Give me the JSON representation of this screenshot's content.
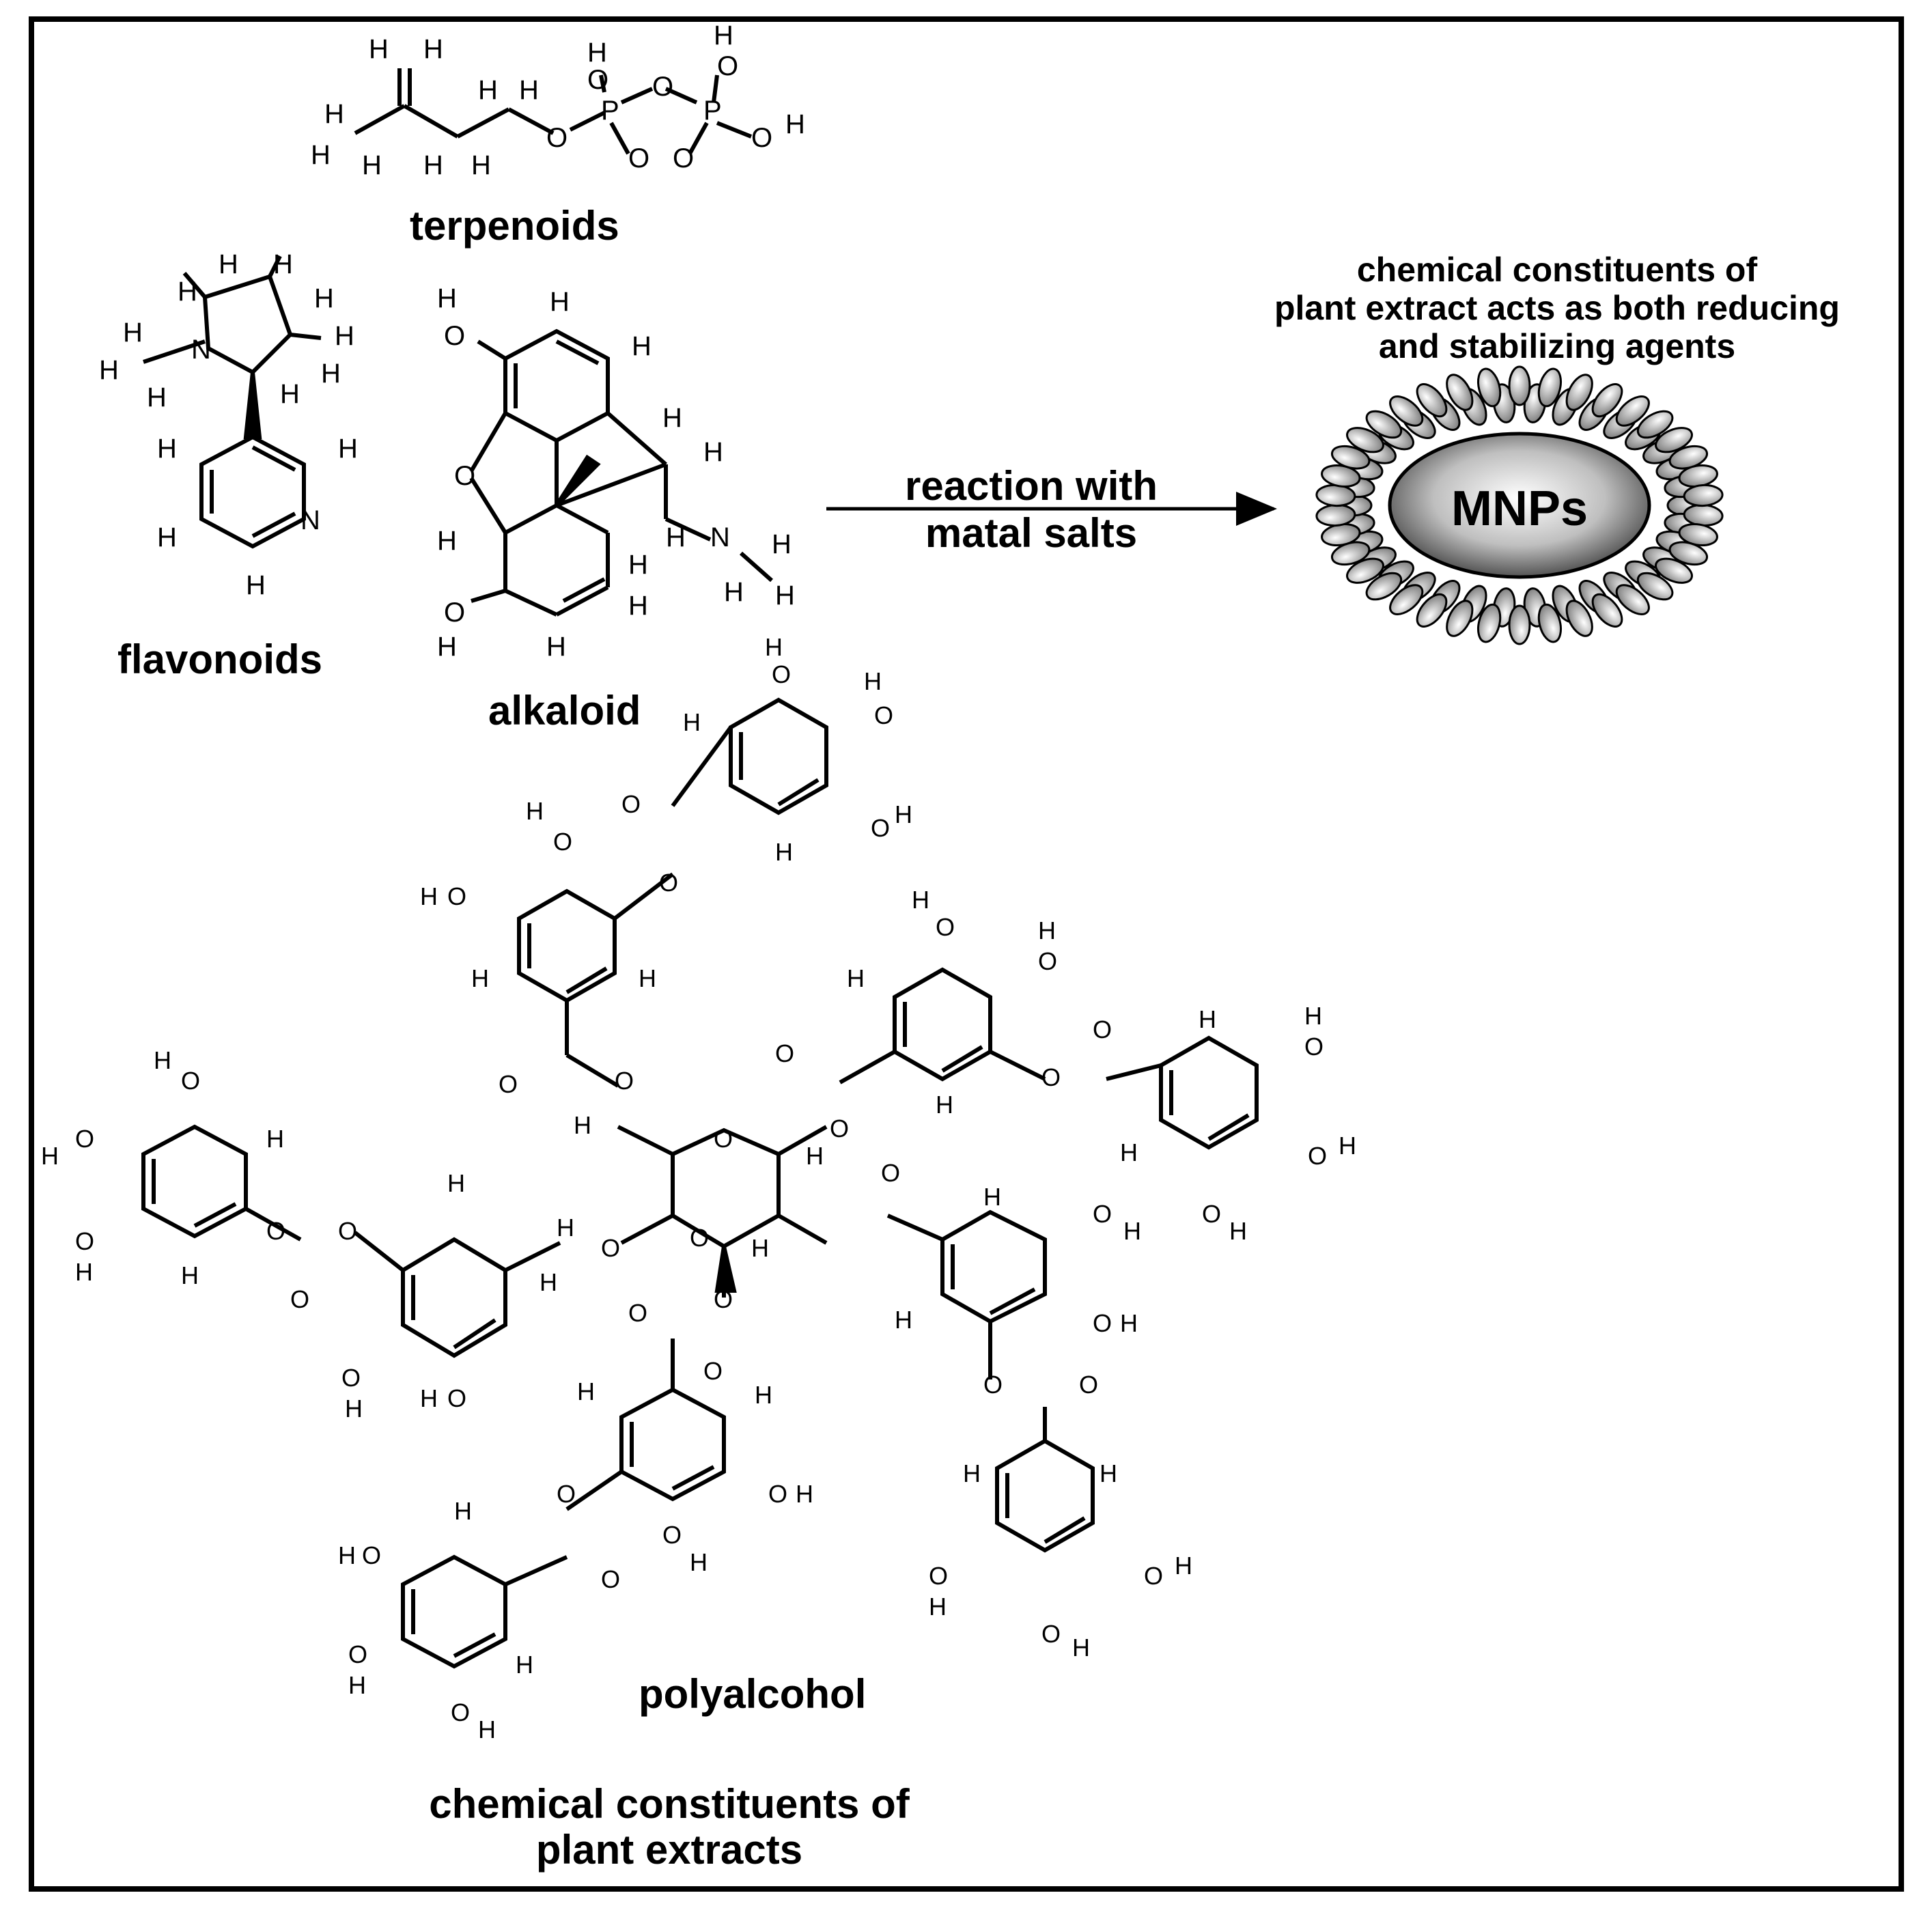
{
  "labels": {
    "terpenoids": "terpenoids",
    "flavonoids": "flavonoids",
    "alkaloid": "alkaloid",
    "polyalcohol": "polyalcohol",
    "constituents_line1": "chemical constituents of",
    "constituents_line2": "plant extracts",
    "arrow_line1": "reaction with",
    "arrow_line2": "matal salts",
    "agents_line1": "chemical constituents of",
    "agents_line2": "plant extract acts as both reducing",
    "agents_line3": "and stabilizing agents",
    "nanoparticle": "MNPs"
  },
  "colors": {
    "frame": "#000000",
    "ink": "#000000",
    "particle_center": "#ffffff",
    "particle_edge": "#3a3a3a",
    "petal": "#bdbdbd"
  }
}
